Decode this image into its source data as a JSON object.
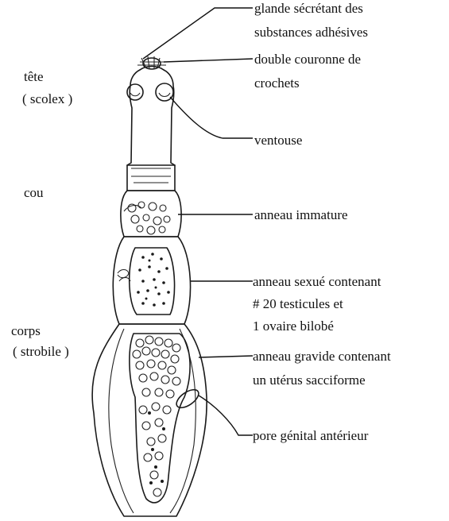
{
  "left_labels": {
    "tete": "tête",
    "scolex": "( scolex )",
    "cou": "cou",
    "corps": "corps",
    "strobile": "( strobile )"
  },
  "right_labels": {
    "glande_1": "glande sécrétant des",
    "glande_2": "substances adhésives",
    "couronne_1": "double couronne de",
    "couronne_2": "crochets",
    "ventouse": "ventouse",
    "immature": "anneau immature",
    "sexue_1": "anneau sexué contenant",
    "sexue_2": "# 20 testicules et",
    "sexue_3": "1 ovaire bilobé",
    "gravide_1": "anneau gravide contenant",
    "gravide_2": "un utérus sacciforme",
    "pore": "pore génital antérieur"
  }
}
